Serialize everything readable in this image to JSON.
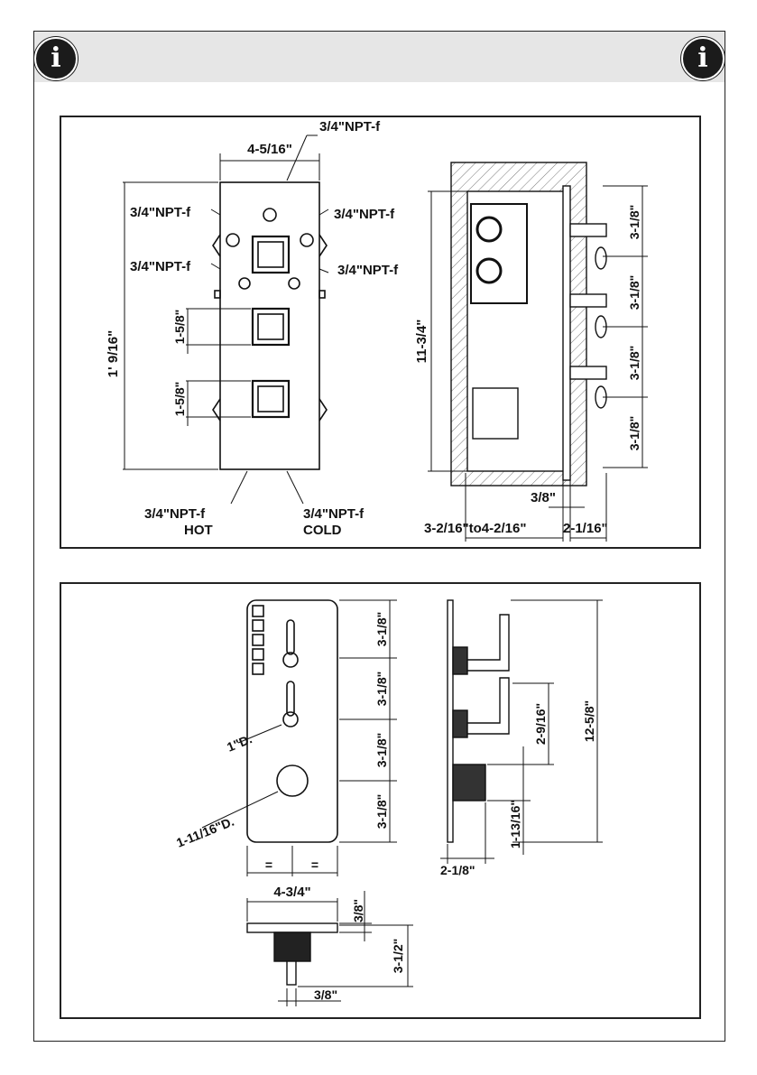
{
  "header": {
    "info_icon_left": "info-icon",
    "info_icon_right": "info-icon",
    "info_glyph": "i"
  },
  "top_panel": {
    "width": "4-5/16\"",
    "top_conn": "3/4\"NPT-f",
    "left_upper": "3/4\"NPT-f",
    "left_lower": "3/4\"NPT-f",
    "right_upper": "3/4\"NPT-f",
    "right_lower": "3/4\"NPT-f",
    "height": "1' 9/16\"",
    "spacing_1": "1-5/8\"",
    "spacing_2": "1-5/8\"",
    "bottom_hot": "3/4\"NPT-f",
    "hot_label": "HOT",
    "bottom_cold": "3/4\"NPT-f",
    "cold_label": "COLD",
    "side_height": "11-3/4\"",
    "side_sp_1": "3-1/8\"",
    "side_sp_2": "3-1/8\"",
    "side_sp_3": "3-1/8\"",
    "side_sp_4": "3-1/8\"",
    "depth_small": "3/8\"",
    "depth_range": "3-2/16\"to4-2/16\"",
    "depth_out": "2-1/16\""
  },
  "bottom_panel": {
    "sp_1": "3-1/8\"",
    "sp_2": "3-1/8\"",
    "sp_3": "3-1/8\"",
    "sp_4": "3-1/8\"",
    "dia_small": "1\"D.",
    "dia_large": "1-11/16\"D.",
    "eq_left": "=",
    "eq_right": "=",
    "plate_width": "4-3/4\"",
    "plate_thick": "3/8\"",
    "handle_depth": "3-1/2\"",
    "handle_offset": "3/8\"",
    "side_height": "12-5/8\"",
    "side_sp": "2-9/16\"",
    "side_knob": "1-13/16\"",
    "side_depth": "2-1/8\""
  }
}
